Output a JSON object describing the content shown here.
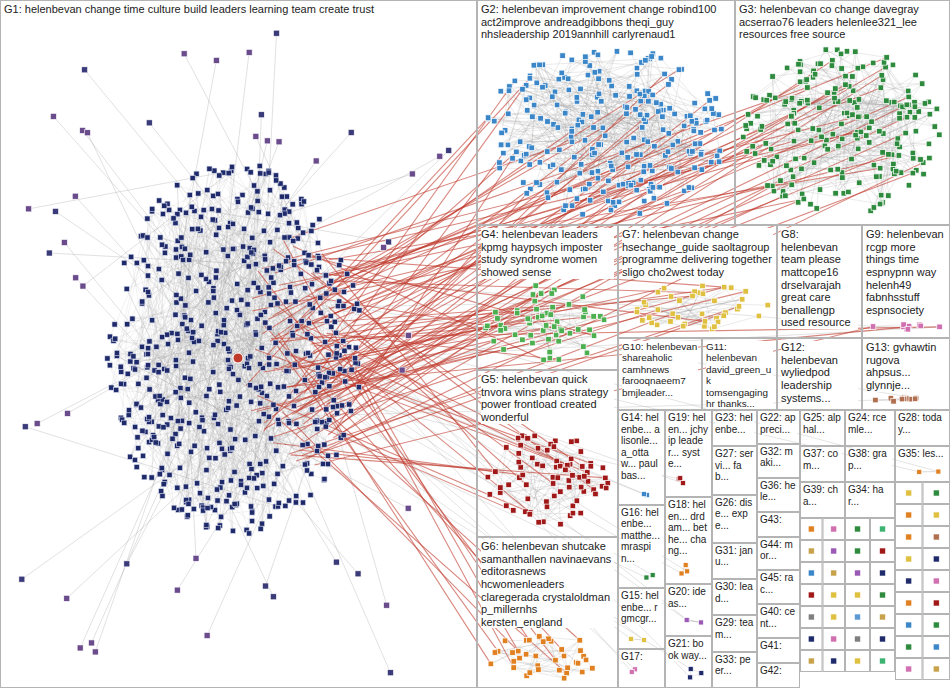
{
  "diagram": {
    "nodes": [
      {
        "text": [
          "G1: helenbevan change time culture build leaders learning team create trust"
        ]
      },
      {
        "text": [
          "G2: helenbevan improvement change robind100 act2improve andreadgibbons theqi_guy nhsleadership 2019annhill carlyrenaud1"
        ]
      },
      {
        "text": [
          "G3: helenbevan co change davegray acserrao76 leaders helenlee321_lee resources free source"
        ]
      },
      {
        "text": [
          "G4: helenbevan leaders kpmg haypsych imposter study syndrome women showed sense"
        ]
      },
      {
        "text": [
          "G7: helenbevan change hsechange_guide saoltagroup programme delivering together sligo cho2west today"
        ]
      },
      {
        "text": [
          "G8: helenbevan team please mattcope16 drselvarajah great care benallengp used resource"
        ]
      },
      {
        "text": [
          "G9: helenbevan rcgp more things time espnypnn way helenh49 fabnhsstuff espnsociety"
        ]
      },
      {
        "text": [
          "G5: helenbevan quick tnvora wins plans strategy power frontload created wonderful"
        ]
      },
      {
        "text": [
          "G10: helenbevan shareaholic camhnews farooqnaeem7 bmjleader..."
        ]
      },
      {
        "text": [
          "G11: helenbevan david_green_uk tomsengaginghr thanks..."
        ]
      },
      {
        "text": [
          "G12: helenbevan wyliedpod leadership systems..."
        ]
      },
      {
        "text": [
          "G13: gvhawtin rugova ahpsus... glynnje..."
        ]
      },
      {
        "text": [
          "G6: helenbevan shutcake samanthallen navinaevans editorasnews hcwomenleaders claregerada crystaloldman p_millernhs kersten_england"
        ]
      },
      {
        "text": [
          "G14: helenbe... alisonle... a_ottaw... paulbas..."
        ]
      },
      {
        "text": [
          "G16: helenbe... matthe... mraspin..."
        ]
      },
      {
        "text": [
          "G15: helenbe... rgmcgr..."
        ]
      },
      {
        "text": [
          "G17:"
        ]
      },
      {
        "text": [
          "G19: helen... jchyip leader... syste..."
        ]
      },
      {
        "text": [
          "G18: helen... drdam... bethe... chang..."
        ]
      },
      {
        "text": [
          "G20: ideas..."
        ]
      },
      {
        "text": [
          "G21: book way..."
        ]
      },
      {
        "text": [
          "G23: helenbe..."
        ]
      },
      {
        "text": [
          "G27: servi... fab..."
        ]
      },
      {
        "text": [
          "G26: dise... expe..."
        ]
      },
      {
        "text": [
          "G31: janu..."
        ]
      },
      {
        "text": [
          "G30: lead..."
        ]
      },
      {
        "text": [
          "G29: team..."
        ]
      },
      {
        "text": [
          "G33: peer..."
        ]
      },
      {
        "text": [
          "G22: appreci..."
        ]
      },
      {
        "text": [
          "G32: maki..."
        ]
      },
      {
        "text": [
          "G36: hele..."
        ]
      },
      {
        "text": [
          "G43:"
        ]
      },
      {
        "text": [
          "G44: mor..."
        ]
      },
      {
        "text": [
          "G45: rac..."
        ]
      },
      {
        "text": [
          "G40: cent..."
        ]
      },
      {
        "text": [
          "G41:"
        ]
      },
      {
        "text": [
          "G42:"
        ]
      },
      {
        "text": [
          "G25: alphal..."
        ]
      },
      {
        "text": [
          "G37: com..."
        ]
      },
      {
        "text": [
          "G39: cha..."
        ]
      },
      {
        "text": [
          "G24: rcemle..."
        ]
      },
      {
        "text": [
          "G38: grap..."
        ]
      },
      {
        "text": [
          "G34: har..."
        ]
      },
      {
        "text": [
          "G28: today..."
        ]
      },
      {
        "text": [
          "G35: les..."
        ]
      }
    ]
  }
}
